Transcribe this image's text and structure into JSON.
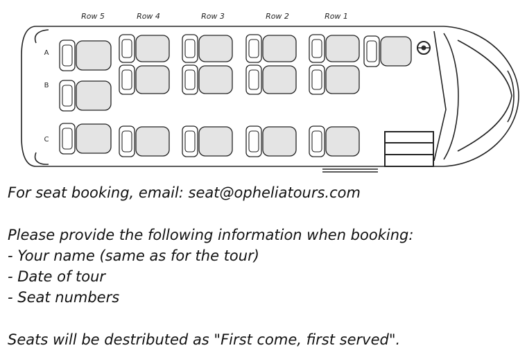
{
  "rows": [
    "Row 5",
    "Row 4",
    "Row 3",
    "Row 2",
    "Row 1"
  ],
  "columns": [
    "A",
    "B",
    "C"
  ],
  "info": {
    "email_line": "For seat booking, email: seat@opheliatours.com",
    "request_line": "Please provide the following information when booking:",
    "items": [
      "- Your name (same as for the tour)",
      "- Date of tour",
      "- Seat numbers"
    ],
    "footer": "Seats will be destributed as \"First come, first served\"."
  }
}
